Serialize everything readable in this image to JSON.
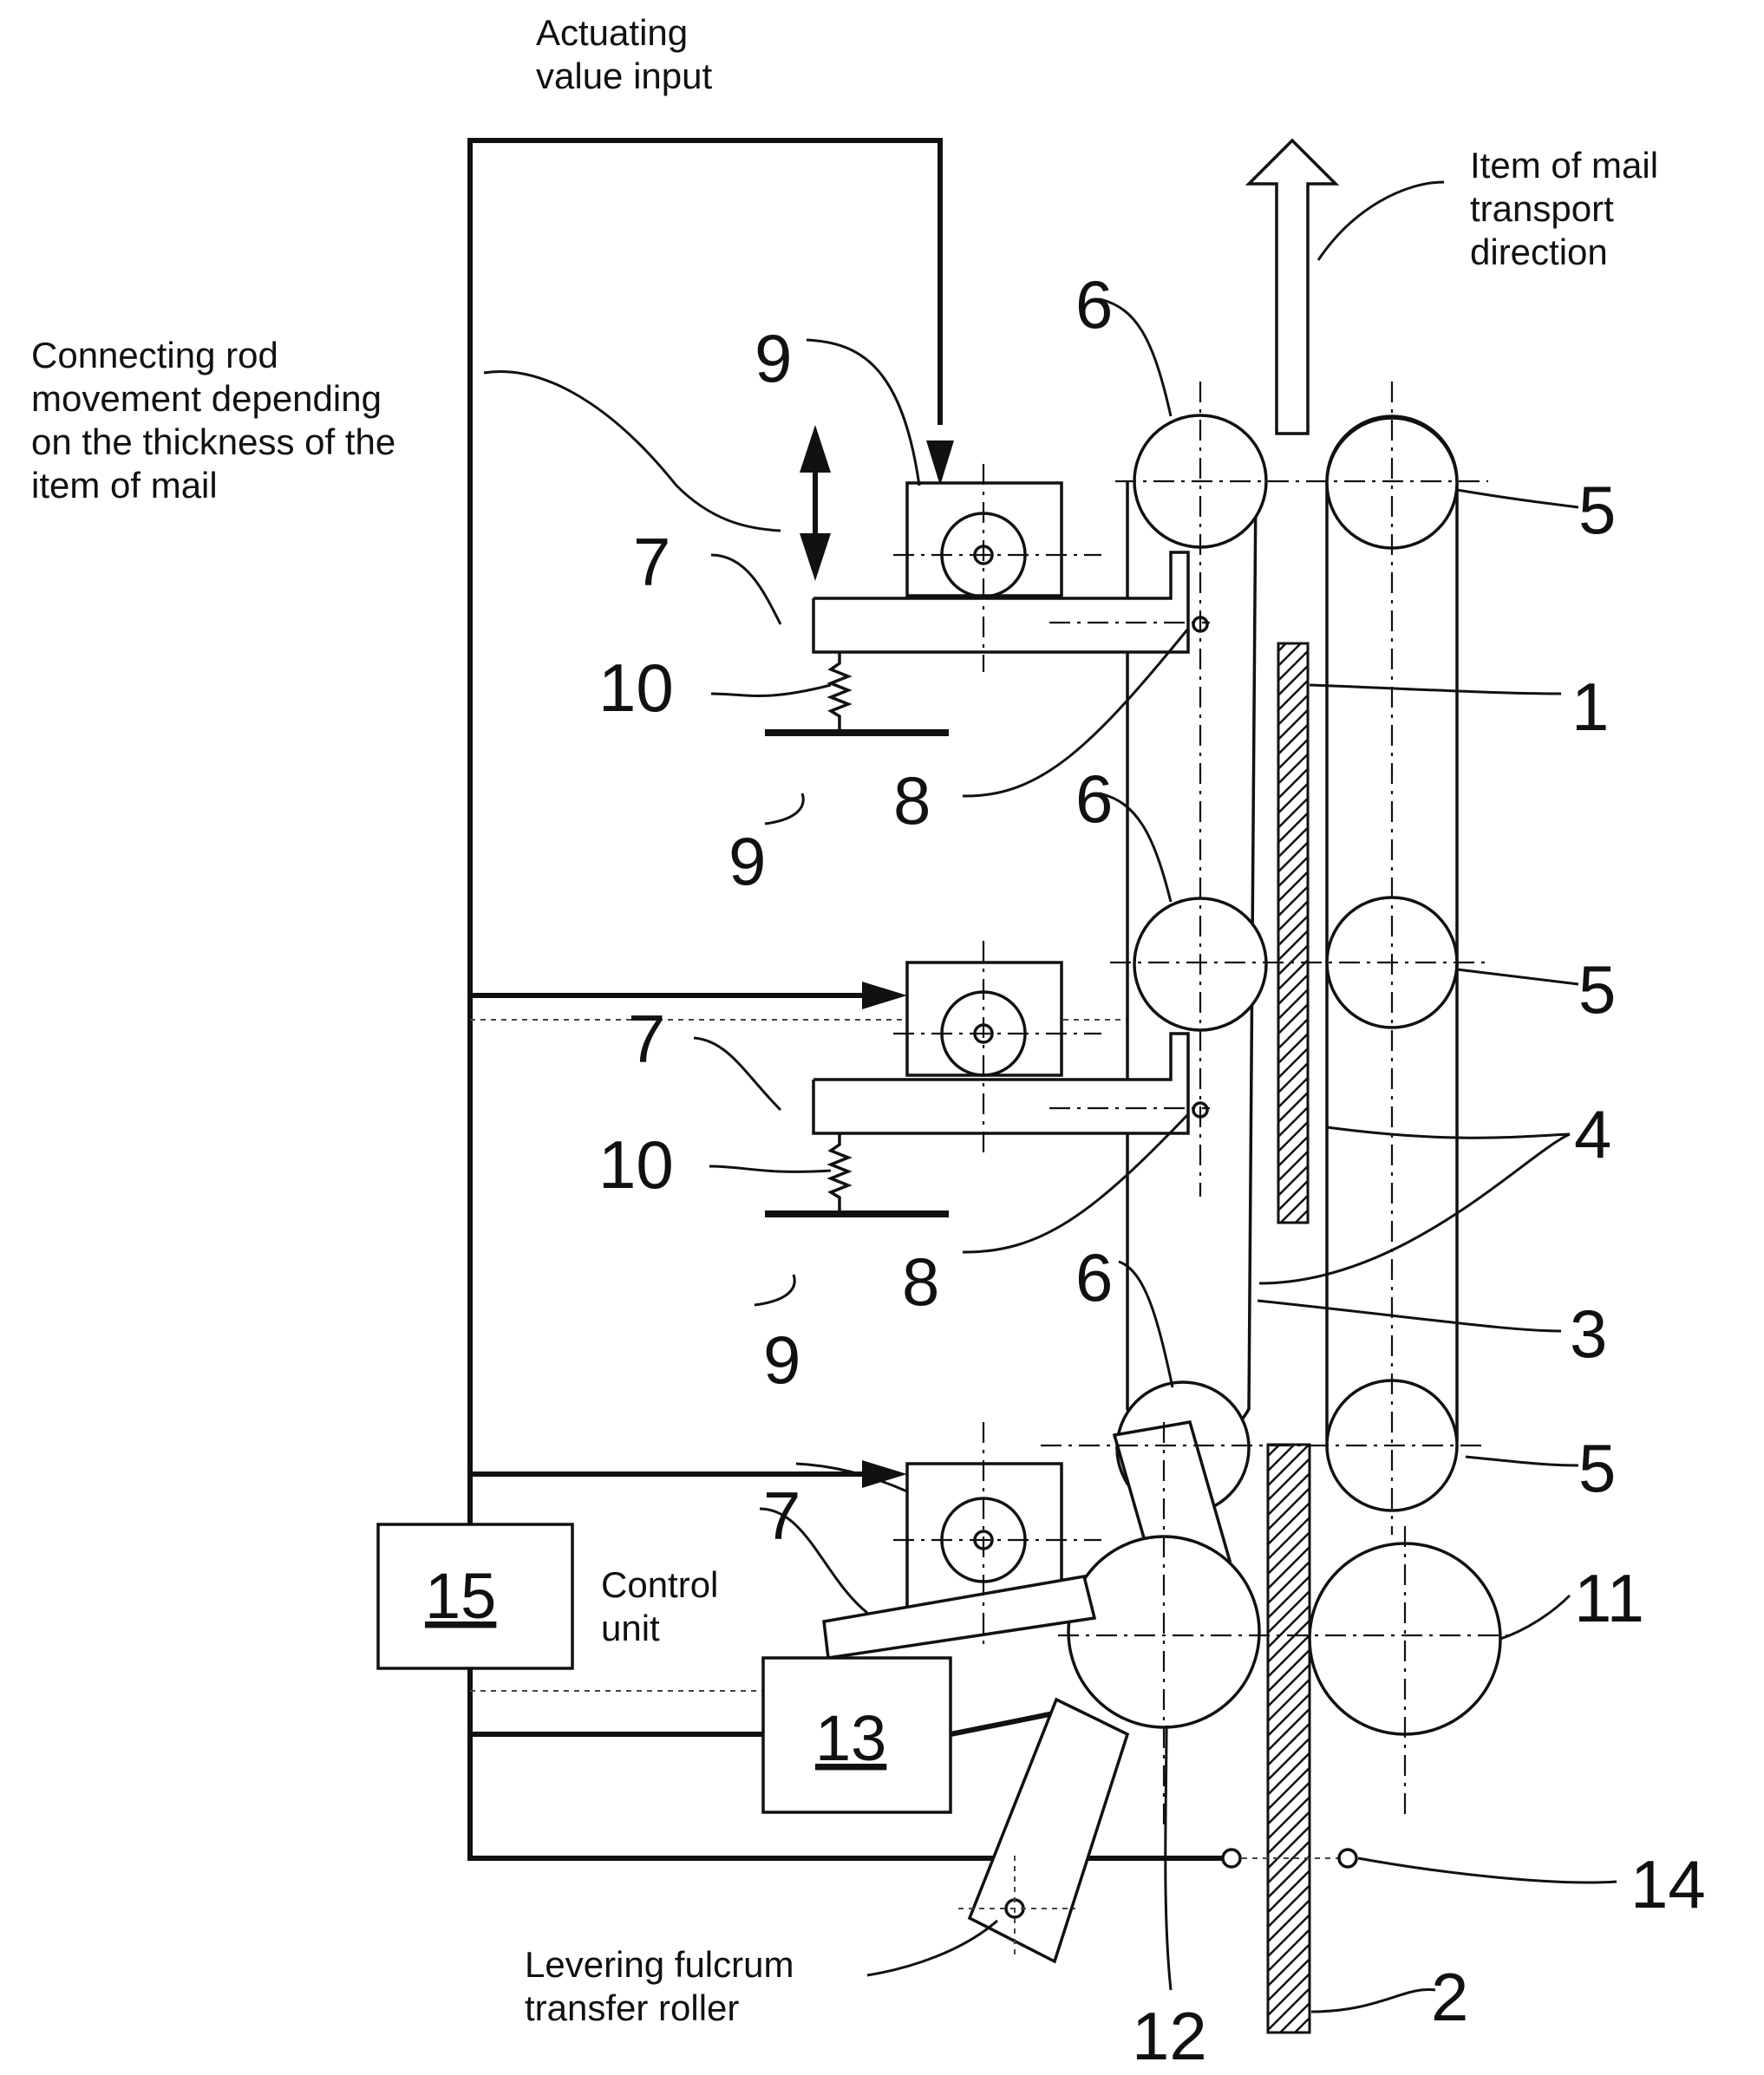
{
  "captions": {
    "actuating_line1": "Actuating",
    "actuating_line2": "value input",
    "transport_line1": "Item of mail",
    "transport_line2": "transport",
    "transport_line3": "direction",
    "rod_line1": "Connecting rod",
    "rod_line2": "movement depending",
    "rod_line3": "on the thickness of the",
    "rod_line4": "item of mail",
    "control_line1": "Control",
    "control_line2": "unit",
    "fulcrum_line1": "Levering fulcrum",
    "fulcrum_line2": "transfer roller"
  },
  "labels": {
    "n1": "1",
    "n2": "2",
    "n3": "3",
    "n4": "4",
    "n5_top": "5",
    "n5_mid": "5",
    "n5_bot": "5",
    "n6_top": "6",
    "n6_mid": "6",
    "n6_bot": "6",
    "n7_top": "7",
    "n7_mid": "7",
    "n7_bot": "7",
    "n8_top": "8",
    "n8_mid": "8",
    "n9_top": "9",
    "n9_mid": "9",
    "n9_bot": "9",
    "n10_top": "10",
    "n10_mid": "10",
    "n11": "11",
    "n12": "12",
    "n13": "13",
    "n14": "14",
    "n15": "15"
  }
}
